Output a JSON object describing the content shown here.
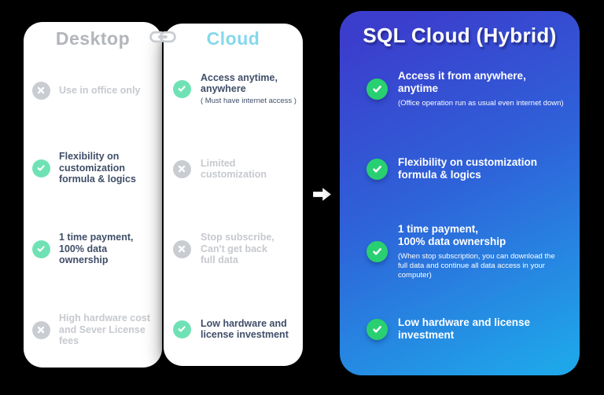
{
  "colors": {
    "background": "#000000",
    "panel_white": "#ffffff",
    "desktop_title": "#b2b5b9",
    "cloud_title": "#85d8ec",
    "navy_text": "#3f4e68",
    "muted_text": "#c6c9ce",
    "cross_badge": "#c9ccd1",
    "mint_badge": "#6fe2b5",
    "green_badge": "#29d071",
    "hybrid_grad_start": "#3b3ecd",
    "hybrid_grad_end": "#1fa6e9"
  },
  "connector": {
    "link_icon": "chain-link",
    "arrow_icon": "right-arrow"
  },
  "panels": {
    "desktop": {
      "title": "Desktop",
      "items": [
        {
          "icon": "cross",
          "text": "Use in office only"
        },
        {
          "icon": "check",
          "text": "Flexibility on\ncustomization\nformula & logics"
        },
        {
          "icon": "check",
          "text": "1 time payment,\n100% data\nownership"
        },
        {
          "icon": "cross",
          "text": "High hardware cost\nand Sever License\nfees"
        }
      ]
    },
    "cloud": {
      "title": "Cloud",
      "items": [
        {
          "icon": "check",
          "text": "Access anytime,\nanywhere",
          "note": "( Must have internet access )"
        },
        {
          "icon": "cross",
          "text": "Limited\ncustomization"
        },
        {
          "icon": "cross",
          "text": "Stop subscribe,\nCan't get back\nfull data"
        },
        {
          "icon": "check",
          "text": "Low hardware and\nlicense investment"
        }
      ]
    },
    "hybrid": {
      "title": "SQL Cloud (Hybrid)",
      "items": [
        {
          "icon": "check",
          "text": "Access it from anywhere,\nanytime",
          "note": "(Office operation run as usual even internet down)"
        },
        {
          "icon": "check",
          "text": "Flexibility on customization\nformula & logics"
        },
        {
          "icon": "check",
          "text": "1 time payment,\n100% data ownership",
          "note": "(When stop subscription, you can download the\nfull data and continue all data access in your\ncomputer)"
        },
        {
          "icon": "check",
          "text": "Low hardware and license\ninvestment"
        }
      ]
    }
  }
}
